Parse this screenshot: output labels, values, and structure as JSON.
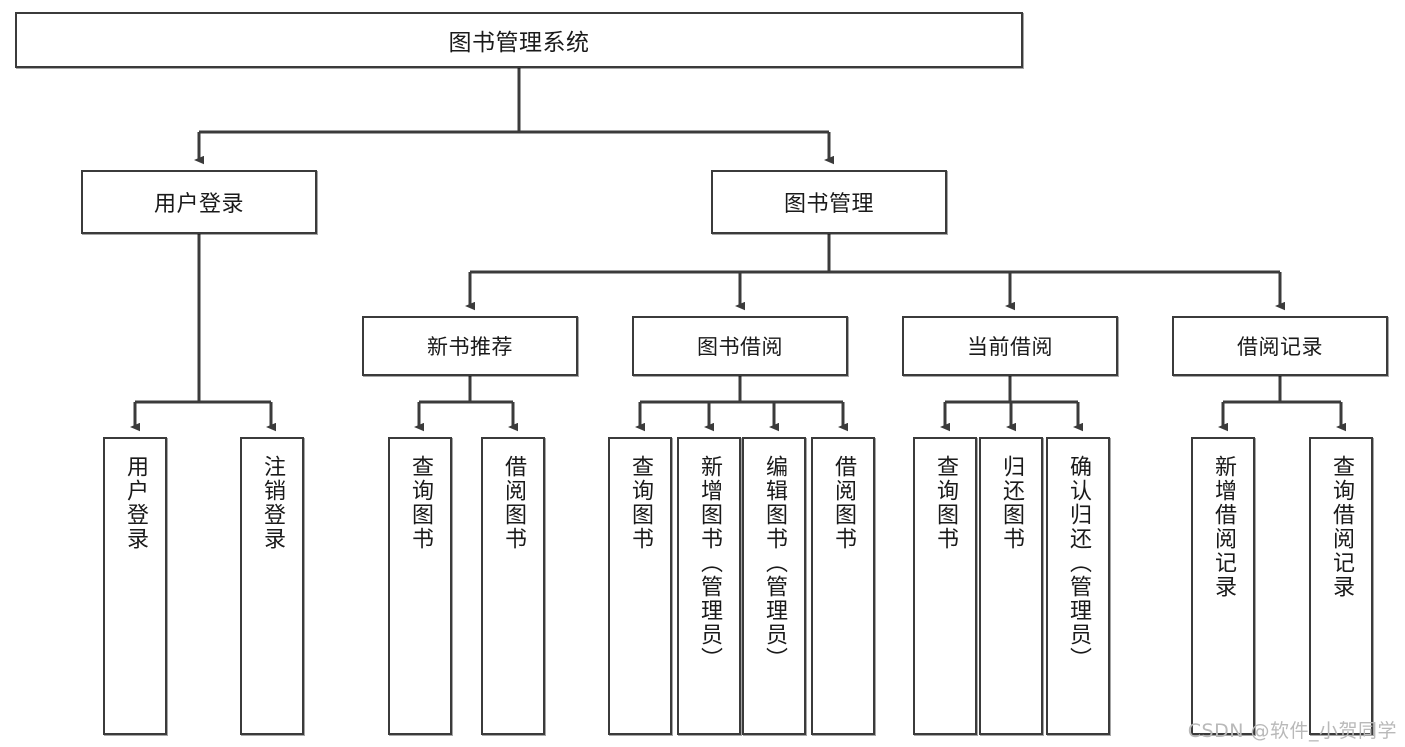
{
  "diagram": {
    "title": "图书管理系统",
    "root": {
      "label": "图书管理系统"
    },
    "level2": [
      {
        "label": "用户登录"
      },
      {
        "label": "图书管理"
      }
    ],
    "level3": [
      {
        "label": "新书推荐"
      },
      {
        "label": "图书借阅"
      },
      {
        "label": "当前借阅"
      },
      {
        "label": "借阅记录"
      }
    ],
    "leaves": [
      {
        "label": "用户登录",
        "parent": "用户登录"
      },
      {
        "label": "注销登录",
        "parent": "用户登录"
      },
      {
        "label": "查询图书",
        "parent": "新书推荐"
      },
      {
        "label": "借阅图书",
        "parent": "新书推荐"
      },
      {
        "label": "查询图书",
        "parent": "图书借阅"
      },
      {
        "label": "新增图书（管理员）",
        "parent": "图书借阅"
      },
      {
        "label": "编辑图书（管理员）",
        "parent": "图书借阅"
      },
      {
        "label": "借阅图书",
        "parent": "图书借阅"
      },
      {
        "label": "查询图书",
        "parent": "当前借阅"
      },
      {
        "label": "归还图书",
        "parent": "当前借阅"
      },
      {
        "label": "确认归还（管理员）",
        "parent": "当前借阅"
      },
      {
        "label": "新增借阅记录",
        "parent": "借阅记录"
      },
      {
        "label": "查询借阅记录",
        "parent": "借阅记录"
      }
    ],
    "watermark": "CSDN @软件_小贺同学",
    "colors": {
      "stroke": "#3b3b3b",
      "fill": "#ffffff",
      "text": "#1a1a1a",
      "watermark": "#b9b9b9"
    }
  }
}
